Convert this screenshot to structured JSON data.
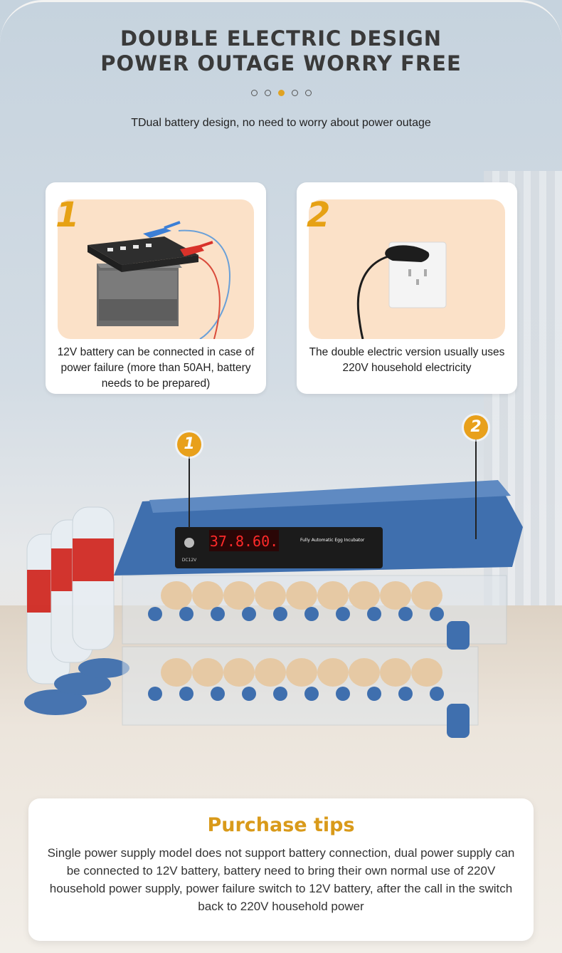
{
  "header": {
    "title_line1": "DOUBLE ELECTRIC DESIGN",
    "title_line2": "POWER OUTAGE WORRY FREE",
    "carousel_active_index": 2,
    "carousel_count": 5,
    "subtitle": "TDual battery design, no need to worry about power outage"
  },
  "cards": [
    {
      "number": "1",
      "text": "12V battery can be connected in case of power failure (more than 50AH, battery needs to be prepared)",
      "image": "car-battery-with-clamps"
    },
    {
      "number": "2",
      "text": "The double electric version usually uses 220V household electricity",
      "image": "power-plug-wall-socket"
    }
  ],
  "product": {
    "marker_1": "1",
    "marker_2": "2",
    "display_readout": "37.8.60.",
    "panel_label": "Fully Automatic Egg Incubator",
    "port_label": "DC12V",
    "colors": {
      "lid": "#3f6fae",
      "accent": "#e8a01b",
      "display": "#ff2a2a"
    }
  },
  "tips": {
    "title": "Purchase tips",
    "body": "Single power supply model does not support battery connection, dual power supply can be connected to 12V battery, battery need to bring their own normal use of 220V household power supply, power failure switch to 12V battery, after the call in the switch back to 220V household power"
  }
}
